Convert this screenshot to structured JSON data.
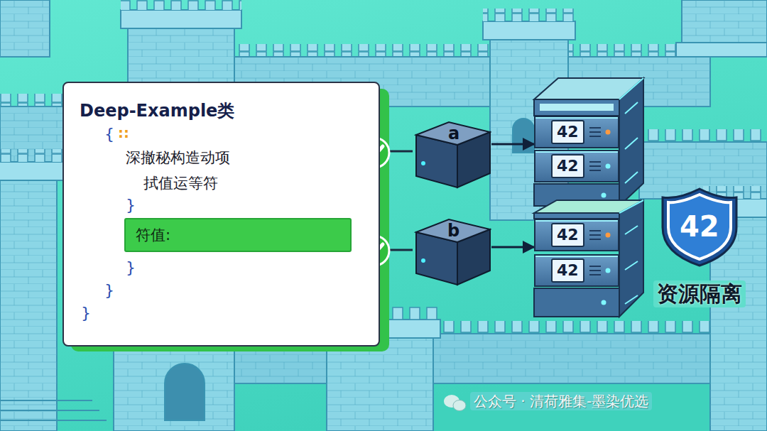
{
  "diagram": {
    "nodes": [
      {
        "text": [
          "Deep-Example类",
          "{",
          "::",
          "深撤秘构造动项",
          "拭值运等符",
          "}",
          "}",
          "}",
          "}"
        ]
      },
      {
        "text": [
          "符值:"
        ],
        "in": 0
      },
      {
        "text": [
          "a"
        ]
      },
      {
        "text": [
          "42"
        ]
      },
      {
        "text": [
          "42"
        ]
      },
      {
        "text": [
          "b"
        ]
      },
      {
        "text": [
          "42"
        ]
      },
      {
        "text": [
          "42"
        ]
      },
      {
        "text": [
          "42",
          "资源隔离"
        ]
      }
    ],
    "edges": [
      {
        "from": 2,
        "to": 3,
        "arrow": "to"
      },
      {
        "from": 5,
        "to": 6,
        "arrow": "to"
      }
    ],
    "labels": [
      "公众号 · 清荷雅集-墨染优选"
    ]
  }
}
